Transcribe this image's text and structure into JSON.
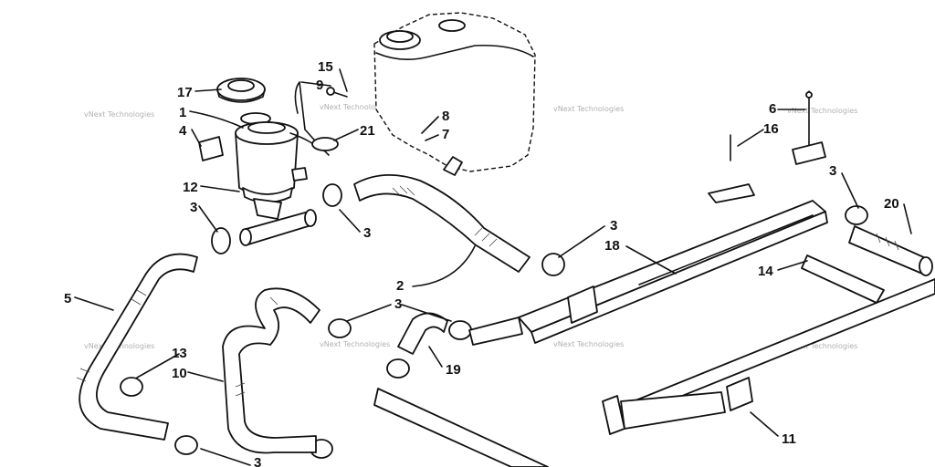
{
  "watermark": "vNext Technologies",
  "callouts": [
    {
      "id": "c17",
      "text": "17"
    },
    {
      "id": "c1",
      "text": "1"
    },
    {
      "id": "c4",
      "text": "4"
    },
    {
      "id": "c12",
      "text": "12"
    },
    {
      "id": "c3a",
      "text": "3"
    },
    {
      "id": "c15",
      "text": "15"
    },
    {
      "id": "c9",
      "text": "9"
    },
    {
      "id": "c21",
      "text": "21"
    },
    {
      "id": "c8",
      "text": "8"
    },
    {
      "id": "c7",
      "text": "7"
    },
    {
      "id": "c3b",
      "text": "3"
    },
    {
      "id": "c5",
      "text": "5"
    },
    {
      "id": "c2",
      "text": "2"
    },
    {
      "id": "c3c",
      "text": "3"
    },
    {
      "id": "c18",
      "text": "18"
    },
    {
      "id": "c6",
      "text": "6"
    },
    {
      "id": "c16",
      "text": "16"
    },
    {
      "id": "c3d",
      "text": "3"
    },
    {
      "id": "c20",
      "text": "20"
    },
    {
      "id": "c14",
      "text": "14"
    },
    {
      "id": "c3e",
      "text": "3"
    },
    {
      "id": "c13",
      "text": "13"
    },
    {
      "id": "c10",
      "text": "10"
    },
    {
      "id": "c19",
      "text": "19"
    },
    {
      "id": "c11",
      "text": "11"
    },
    {
      "id": "c3f",
      "text": "3"
    }
  ]
}
